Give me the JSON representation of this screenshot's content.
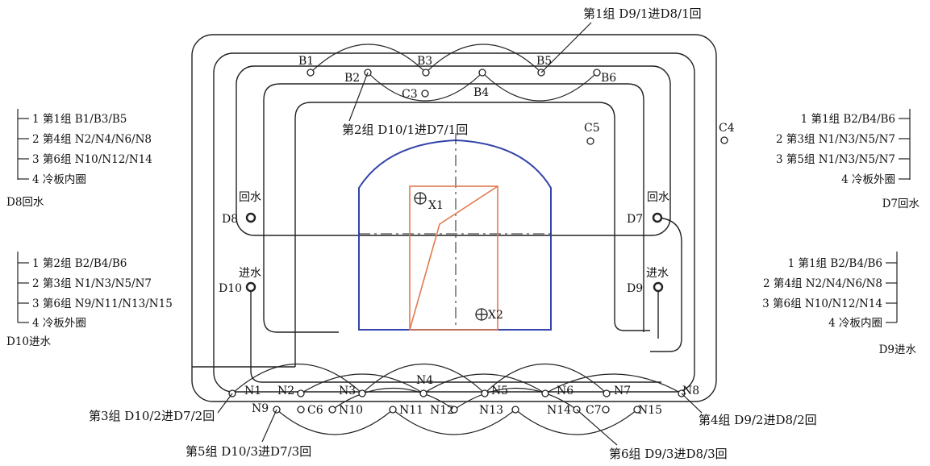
{
  "top_groups": {
    "g1": "第1组 D9/1进D8/1回",
    "g2": "第2组 D10/1进D7/1回"
  },
  "bottom_groups": {
    "g3": "第3组 D10/2进D7/2回",
    "g4": "第4组 D9/2进D8/2回",
    "g5": "第5组 D10/3进D7/3回",
    "g6": "第6组 D9/3进D8/3回"
  },
  "points_top": [
    "B1",
    "B2",
    "B3",
    "B4",
    "B5",
    "B6",
    "C3",
    "C4",
    "C5"
  ],
  "points_ports": [
    "D7",
    "D8",
    "D9",
    "D10"
  ],
  "port_labels": {
    "return": "回水",
    "inlet": "进水"
  },
  "points_bottom_row1": [
    "N1",
    "N2",
    "N3",
    "N4",
    "N5",
    "N6",
    "N7",
    "N8"
  ],
  "points_bottom_row2": [
    "N9",
    "C6",
    "N10",
    "N11",
    "N12",
    "N13",
    "N14",
    "C7",
    "N15"
  ],
  "markers": [
    "X1",
    "X2"
  ],
  "legend_d8": {
    "items": [
      "1 第1组 B1/B3/B5",
      "2 第4组 N2/N4/N6/N8",
      "3 第6组 N10/N12/N14",
      "4 冷板内圈"
    ],
    "title": "D8回水"
  },
  "legend_d10": {
    "items": [
      "1 第2组 B2/B4/B6",
      "2 第3组 N1/N3/N5/N7",
      "3 第6组 N9/N11/N13/N15",
      "4 冷板外圈"
    ],
    "title": "D10进水"
  },
  "legend_d7": {
    "items": [
      "1 第1组 B2/B4/B6",
      "2 第3组  N1/N3/N5/N7",
      "3 第5组  N1/N3/N5/N7",
      "4 冷板外圈"
    ],
    "title": "D7回水"
  },
  "legend_d9": {
    "items": [
      "1 第1组 B2/B4/B6",
      "2 第4组 N2/N4/N6/N8",
      "3 第6组 N10/N12/N14",
      "4 冷板内圈"
    ],
    "title": "D9进水"
  },
  "colors": {
    "outline": "#222222",
    "chamber": "#3344aa",
    "orange": "#e07b4f"
  }
}
